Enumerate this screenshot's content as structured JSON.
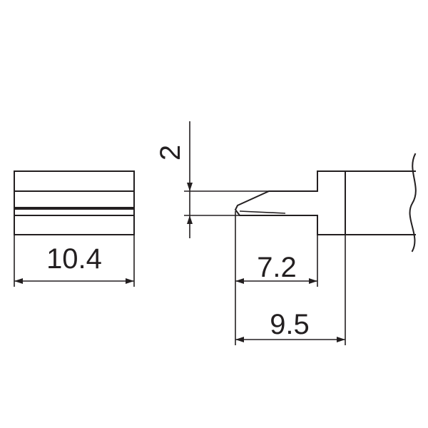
{
  "dimensions": {
    "front_width": "10.4",
    "tip_thickness": "2",
    "blade_length": "7.2",
    "overall_length": "9.5"
  },
  "colors": {
    "line": "#231f20",
    "background": "#ffffff"
  }
}
